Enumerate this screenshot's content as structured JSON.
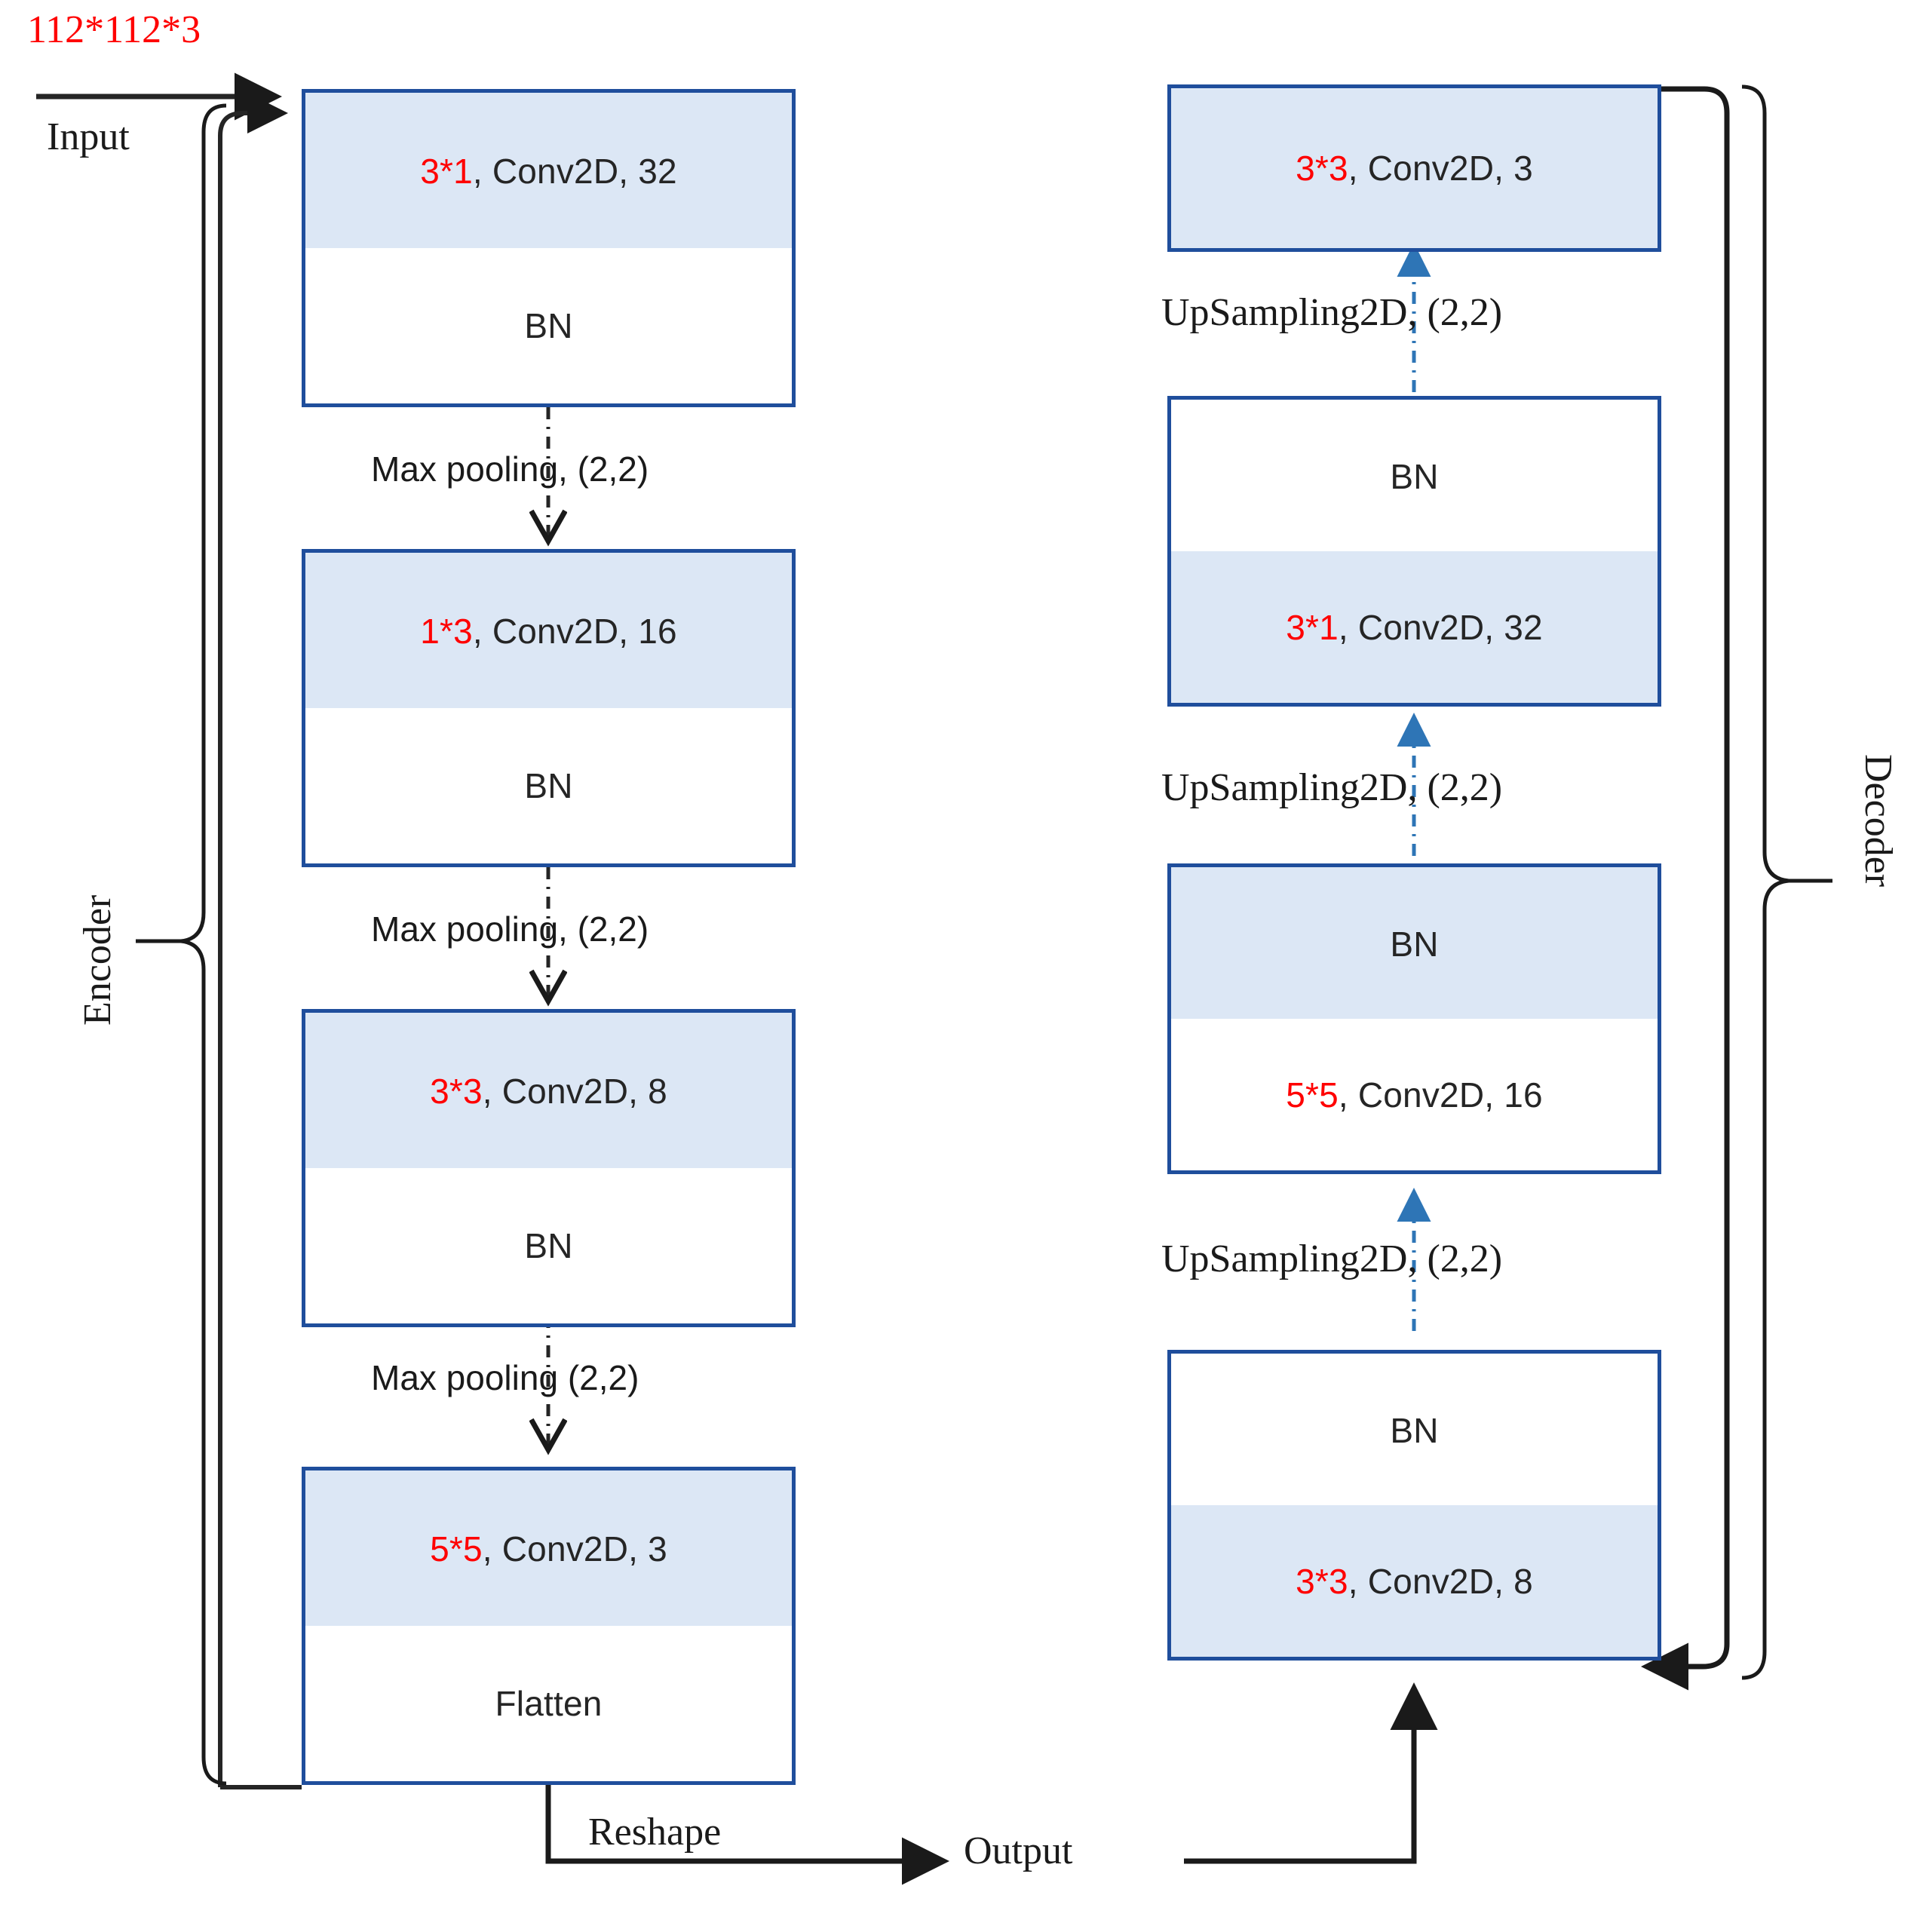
{
  "diagram": {
    "title": "Convolutional autoencoder architecture",
    "colors": {
      "box_border": "#1F4E9C",
      "box_fill": "#DCE7F5",
      "kernel_text": "#FF0000",
      "body_text": "#252525",
      "encoder_arrow": "#303030",
      "decoder_arrow": "#2E75B6"
    },
    "io": {
      "input_shape": "112*112*3",
      "input_label": "Input",
      "output_label": "Output",
      "reshape_label": "Reshape"
    },
    "sections": {
      "encoder_label": "Encoder",
      "decoder_label": "Decoder"
    },
    "encoder": {
      "blocks": [
        {
          "id": "enc-block-1",
          "top": {
            "kernel": "3*1",
            "rest": ", Conv2D, 32",
            "filled": true
          },
          "bottom": {
            "kernel": "",
            "rest": "BN",
            "filled": false
          }
        },
        {
          "id": "enc-block-2",
          "top": {
            "kernel": "1*3",
            "rest": ", Conv2D, 16",
            "filled": true
          },
          "bottom": {
            "kernel": "",
            "rest": "BN",
            "filled": false
          }
        },
        {
          "id": "enc-block-3",
          "top": {
            "kernel": "3*3",
            "rest": ", Conv2D, 8",
            "filled": true
          },
          "bottom": {
            "kernel": "",
            "rest": "BN",
            "filled": false
          }
        },
        {
          "id": "enc-block-4",
          "top": {
            "kernel": "5*5",
            "rest": ", Conv2D, 3",
            "filled": true
          },
          "bottom": {
            "kernel": "",
            "rest": "Flatten",
            "filled": false
          }
        }
      ],
      "connectors": [
        "Max pooling, (2,2)",
        "Max pooling, (2,2)",
        "Max pooling (2,2)"
      ]
    },
    "decoder": {
      "blocks": [
        {
          "id": "dec-block-1",
          "top": {
            "kernel": "3*3",
            "rest": ", Conv2D, 3",
            "filled": true
          },
          "bottom": null
        },
        {
          "id": "dec-block-2",
          "top": {
            "kernel": "",
            "rest": "BN",
            "filled": false
          },
          "bottom": {
            "kernel": "3*1",
            "rest": ", Conv2D, 32",
            "filled": true
          }
        },
        {
          "id": "dec-block-3",
          "top": {
            "kernel": "",
            "rest": "BN",
            "filled": true
          },
          "bottom": {
            "kernel": "5*5",
            "rest": ", Conv2D, 16",
            "filled": false
          }
        },
        {
          "id": "dec-block-4",
          "top": {
            "kernel": "",
            "rest": "BN",
            "filled": false
          },
          "bottom": {
            "kernel": "3*3",
            "rest": ", Conv2D, 8",
            "filled": true
          }
        }
      ],
      "connectors": [
        "UpSampling2D, (2,2)",
        "UpSampling2D, (2,2)",
        "UpSampling2D, (2,2)"
      ]
    }
  }
}
